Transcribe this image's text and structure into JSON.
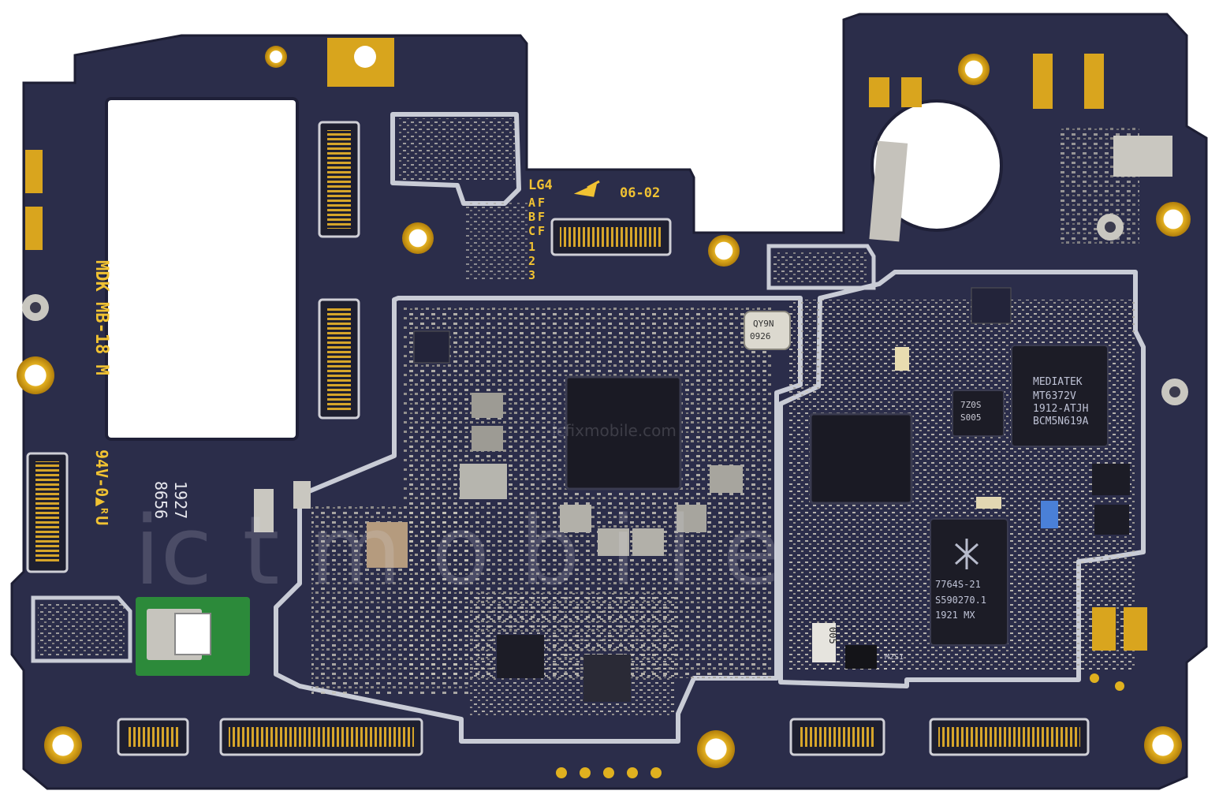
{
  "board": {
    "labels": {
      "model": "MDK MB-18 M",
      "rating": "94V-0▲ᴿU",
      "date_line1": "1927",
      "date_line2": "8656",
      "revision_lg4": "LG4",
      "revision_date": "06-02",
      "revision_letters": [
        "A",
        "B",
        "C",
        "1",
        "2",
        "3"
      ],
      "revision_letters2": [
        "F",
        "F",
        "F"
      ]
    },
    "chips": {
      "mediatek_line1": "MEDIATEK",
      "mediatek_line2": "MT6372V",
      "mediatek_line3": "1912-ATJH",
      "mediatek_line4": "BCM5N619A",
      "rf_line1": "7764S-21",
      "rf_line2": "S590270.1",
      "rf_line3": "1921  MX",
      "small_chip_line1": "7Z0S",
      "small_chip_line2": "S005",
      "crystal_line1": "QY9N",
      "crystal_line2": "0926",
      "label_005": "005",
      "label_m2s": "M2S1"
    },
    "watermark": {
      "text": "icfixmobile.com",
      "brand": "ic   t  m  o  b  i  l  e"
    },
    "colors": {
      "pcb": "#2b2d4a",
      "gold": "#d4a017",
      "shield": "#c9ccd6",
      "chip": "#1a1a24"
    }
  }
}
